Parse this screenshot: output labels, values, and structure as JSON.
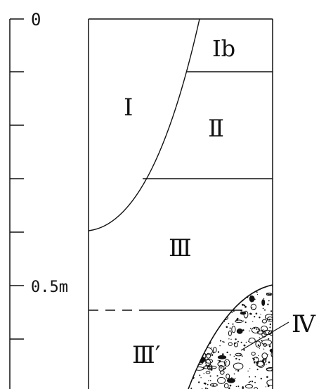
{
  "scale": {
    "top_label": "0",
    "mid_label": "0.5m"
  },
  "layers": {
    "I": "Ⅰ",
    "Ib": "Ⅰb",
    "II": "Ⅱ",
    "III": "Ⅲ",
    "III_prime": "Ⅲ′",
    "IV": "Ⅳ"
  },
  "colors": {
    "ink": "#111111",
    "background": "#ffffff"
  }
}
